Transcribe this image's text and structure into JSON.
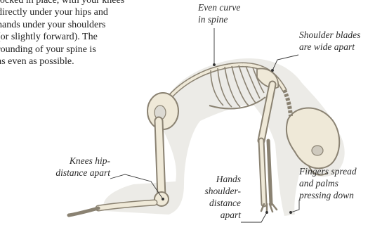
{
  "intro_lines": [
    "locked in place, with your knees",
    "directly under your hips and",
    "hands under your shoulders",
    "(or slightly forward). The",
    "rounding of your spine is",
    "as even as possible."
  ],
  "callouts": {
    "even_curve": [
      "Even curve",
      "in spine"
    ],
    "shoulder_blades": [
      "Shoulder blades",
      "are wide apart"
    ],
    "knees": [
      "Knees hip-",
      "distance apart"
    ],
    "hands": [
      "Hands",
      "shoulder-",
      "distance",
      "apart"
    ],
    "fingers": [
      "Fingers spread",
      "and palms",
      "pressing down"
    ]
  },
  "colors": {
    "bone": "#efe9d8",
    "bone_outline": "#8a8272",
    "body_shadow": "#d9d6cf",
    "leader": "#333333"
  }
}
